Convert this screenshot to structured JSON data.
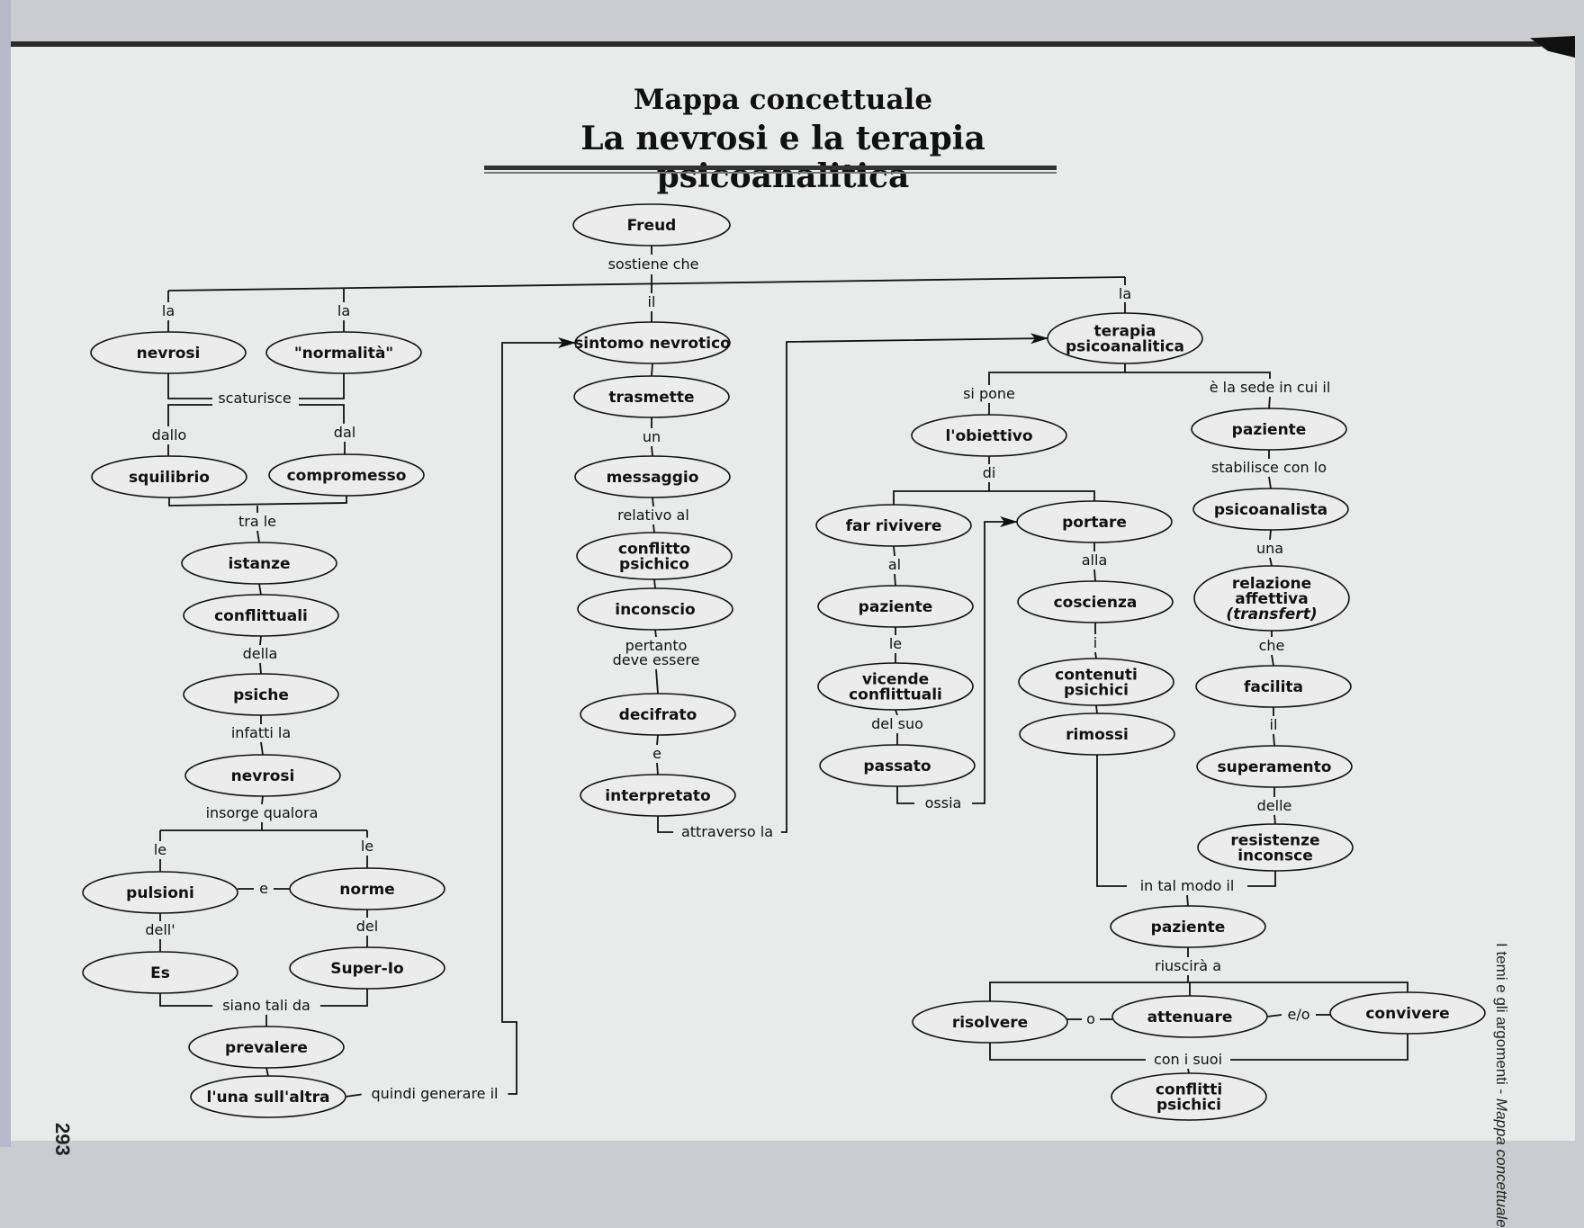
{
  "title": "Mappa concettuale",
  "subtitle": "La nevrosi e la terapia psicoanalitica",
  "side_caption": {
    "normal": "I temi e gli argomenti - ",
    "italic": "Mappa concettuale"
  },
  "page_number": "293",
  "nodes": [
    {
      "id": "freud",
      "lines": [
        "Freud"
      ]
    },
    {
      "id": "nevrosi1",
      "lines": [
        "nevrosi"
      ]
    },
    {
      "id": "normalita",
      "lines": [
        "\"normalità\""
      ]
    },
    {
      "id": "squilibrio",
      "lines": [
        "squilibrio"
      ]
    },
    {
      "id": "compromesso",
      "lines": [
        "compromesso"
      ]
    },
    {
      "id": "istanze",
      "lines": [
        "istanze"
      ]
    },
    {
      "id": "conflittuali",
      "lines": [
        "conflittuali"
      ]
    },
    {
      "id": "psiche",
      "lines": [
        "psiche"
      ]
    },
    {
      "id": "nevrosi2",
      "lines": [
        "nevrosi"
      ]
    },
    {
      "id": "pulsioni",
      "lines": [
        "pulsioni"
      ]
    },
    {
      "id": "norme",
      "lines": [
        "norme"
      ]
    },
    {
      "id": "es",
      "lines": [
        "Es"
      ]
    },
    {
      "id": "superio",
      "lines": [
        "Super-Io"
      ]
    },
    {
      "id": "prevalere",
      "lines": [
        "prevalere"
      ]
    },
    {
      "id": "lunasullaltra",
      "lines": [
        "l'una sull'altra"
      ]
    },
    {
      "id": "sintomo",
      "lines": [
        "sintomo nevrotico"
      ]
    },
    {
      "id": "trasmette",
      "lines": [
        "trasmette"
      ]
    },
    {
      "id": "messaggio",
      "lines": [
        "messaggio"
      ]
    },
    {
      "id": "conflittopsichico",
      "lines": [
        "conflitto",
        "psichico"
      ]
    },
    {
      "id": "inconscio",
      "lines": [
        "inconscio"
      ]
    },
    {
      "id": "decifrato",
      "lines": [
        "decifrato"
      ]
    },
    {
      "id": "interpretato",
      "lines": [
        "interpretato"
      ]
    },
    {
      "id": "terapia",
      "lines": [
        "terapia",
        "psicoanalitica"
      ]
    },
    {
      "id": "obiettivo",
      "lines": [
        "l'obiettivo"
      ]
    },
    {
      "id": "farrivivere",
      "lines": [
        "far rivivere"
      ]
    },
    {
      "id": "paziente1",
      "lines": [
        "paziente"
      ]
    },
    {
      "id": "vicende",
      "lines": [
        "vicende",
        "conflittuali"
      ]
    },
    {
      "id": "passato",
      "lines": [
        "passato"
      ]
    },
    {
      "id": "portare",
      "lines": [
        "portare"
      ]
    },
    {
      "id": "coscienza",
      "lines": [
        "coscienza"
      ]
    },
    {
      "id": "contenuti",
      "lines": [
        "contenuti",
        "psichici"
      ]
    },
    {
      "id": "rimossi",
      "lines": [
        "rimossi"
      ]
    },
    {
      "id": "paziente2",
      "lines": [
        "paziente"
      ]
    },
    {
      "id": "psicoanalista",
      "lines": [
        "psicoanalista"
      ]
    },
    {
      "id": "relazione",
      "lines": [
        "relazione",
        "affettiva",
        "(transfert)"
      ]
    },
    {
      "id": "facilita",
      "lines": [
        "facilita"
      ]
    },
    {
      "id": "superamento",
      "lines": [
        "superamento"
      ]
    },
    {
      "id": "resistenze",
      "lines": [
        "resistenze",
        "inconsce"
      ]
    },
    {
      "id": "paziente3",
      "lines": [
        "paziente"
      ]
    },
    {
      "id": "risolvere",
      "lines": [
        "risolvere"
      ]
    },
    {
      "id": "attenuare",
      "lines": [
        "attenuare"
      ]
    },
    {
      "id": "convivere",
      "lines": [
        "convivere"
      ]
    },
    {
      "id": "conflittipsichici",
      "lines": [
        "conflitti",
        "psichici"
      ]
    }
  ],
  "links": [
    {
      "id": "sostiene",
      "lines": [
        "sostiene che"
      ]
    },
    {
      "id": "la1",
      "lines": [
        "la"
      ]
    },
    {
      "id": "la2",
      "lines": [
        "la"
      ]
    },
    {
      "id": "il1",
      "lines": [
        "il"
      ]
    },
    {
      "id": "la3",
      "lines": [
        "la"
      ]
    },
    {
      "id": "scaturisce",
      "lines": [
        "scaturisce"
      ]
    },
    {
      "id": "dallo",
      "lines": [
        "dallo"
      ]
    },
    {
      "id": "dal",
      "lines": [
        "dal"
      ]
    },
    {
      "id": "trale",
      "lines": [
        "tra le"
      ]
    },
    {
      "id": "della",
      "lines": [
        "della"
      ]
    },
    {
      "id": "infattila",
      "lines": [
        "infatti la"
      ]
    },
    {
      "id": "insorge",
      "lines": [
        "insorge qualora"
      ]
    },
    {
      "id": "le1",
      "lines": [
        "le"
      ]
    },
    {
      "id": "le2",
      "lines": [
        "le"
      ]
    },
    {
      "id": "e1",
      "lines": [
        "e"
      ]
    },
    {
      "id": "dell",
      "lines": [
        "dell'"
      ]
    },
    {
      "id": "del",
      "lines": [
        "del"
      ]
    },
    {
      "id": "siano",
      "lines": [
        "siano tali da"
      ]
    },
    {
      "id": "quindi",
      "lines": [
        "quindi generare il"
      ]
    },
    {
      "id": "un",
      "lines": [
        "un"
      ]
    },
    {
      "id": "relativo",
      "lines": [
        "relativo al"
      ]
    },
    {
      "id": "pertanto",
      "lines": [
        "pertanto",
        "deve essere"
      ]
    },
    {
      "id": "e2",
      "lines": [
        "e"
      ]
    },
    {
      "id": "attraverso",
      "lines": [
        "attraverso la"
      ]
    },
    {
      "id": "sipone",
      "lines": [
        "si pone"
      ]
    },
    {
      "id": "sede",
      "lines": [
        "è la sede in cui il"
      ]
    },
    {
      "id": "di",
      "lines": [
        "di"
      ]
    },
    {
      "id": "al",
      "lines": [
        "al"
      ]
    },
    {
      "id": "le3",
      "lines": [
        "le"
      ]
    },
    {
      "id": "delsuo",
      "lines": [
        "del suo"
      ]
    },
    {
      "id": "ossia",
      "lines": [
        "ossia"
      ]
    },
    {
      "id": "alla",
      "lines": [
        "alla"
      ]
    },
    {
      "id": "i",
      "lines": [
        "i"
      ]
    },
    {
      "id": "stabilisce",
      "lines": [
        "stabilisce con lo"
      ]
    },
    {
      "id": "una",
      "lines": [
        "una"
      ]
    },
    {
      "id": "che",
      "lines": [
        "che"
      ]
    },
    {
      "id": "il2",
      "lines": [
        "il"
      ]
    },
    {
      "id": "delle",
      "lines": [
        "delle"
      ]
    },
    {
      "id": "intalmodo",
      "lines": [
        "in tal modo il"
      ]
    },
    {
      "id": "riuscira",
      "lines": [
        "riuscirà a"
      ]
    },
    {
      "id": "o",
      "lines": [
        "o"
      ]
    },
    {
      "id": "eo",
      "lines": [
        "e/o"
      ]
    },
    {
      "id": "conisuoi",
      "lines": [
        "con i suoi"
      ]
    }
  ]
}
